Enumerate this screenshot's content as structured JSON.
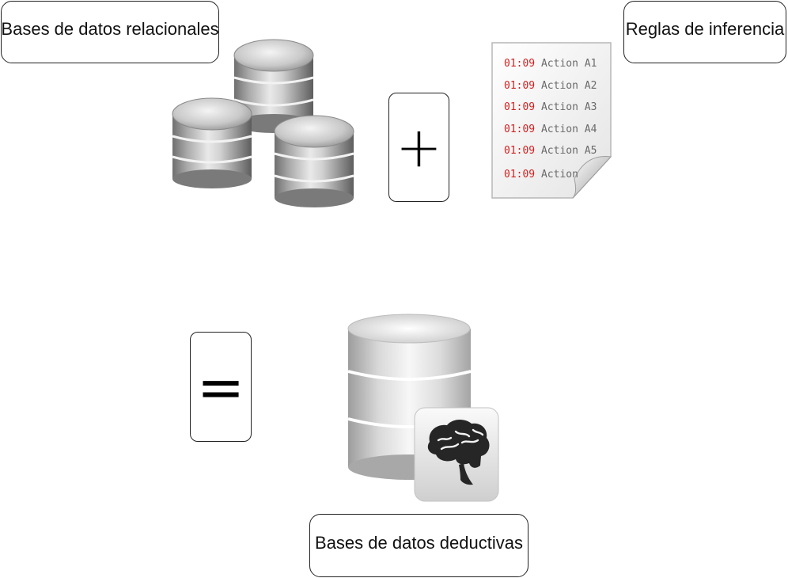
{
  "labels": {
    "relational": "Bases de datos relacionales",
    "inference": "Reglas de inferencia",
    "deductive": "Bases de datos deductivas"
  },
  "operators": {
    "plus": "+",
    "equals": "="
  },
  "rules_document": {
    "rows": [
      {
        "time": "01:09",
        "action": "Action A1"
      },
      {
        "time": "01:09",
        "action": "Action A2"
      },
      {
        "time": "01:09",
        "action": "Action A3"
      },
      {
        "time": "01:09",
        "action": "Action A4"
      },
      {
        "time": "01:09",
        "action": "Action A5"
      },
      {
        "time": "01:09",
        "action": "Action"
      }
    ],
    "time_color": "#d42020",
    "action_color": "#6a6a6a"
  },
  "icons": {
    "relational": "database-cluster-icon",
    "rules": "document-icon",
    "deductive": "database-brain-icon"
  }
}
